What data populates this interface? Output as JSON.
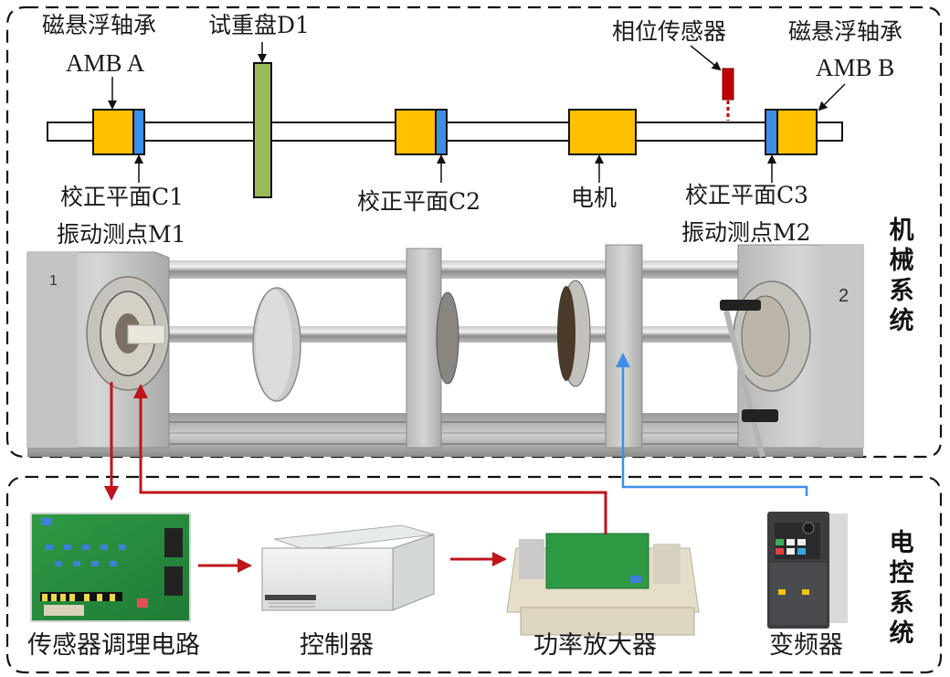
{
  "figure": {
    "sections": {
      "mechanical": {
        "label_chars": [
          "机",
          "械",
          "系",
          "统"
        ],
        "label": "机械系统"
      },
      "electrical": {
        "label_chars": [
          "电",
          "控",
          "系",
          "统"
        ],
        "label": "电控系统"
      }
    },
    "schematic": {
      "labels": {
        "amb_a_cn": "磁悬浮轴承",
        "amb_a_en": "AMB A",
        "disk": "试重盘D1",
        "phase_sensor": "相位传感器",
        "amb_b_cn": "磁悬浮轴承",
        "amb_b_en": "AMB B",
        "plane_c1": "校正平面C1",
        "point_m1": "振动测点M1",
        "plane_c2": "校正平面C2",
        "motor": "电机",
        "plane_c3": "校正平面C3",
        "point_m2": "振动测点M2"
      },
      "colors": {
        "bearing": "#ffc000",
        "plane": "#3d8fe6",
        "disk": "#9bbb59",
        "sensor": "#c00000",
        "shaft_fill": "#ffffff",
        "outline": "#111111"
      }
    },
    "components": [
      {
        "id": "sensor-conditioning",
        "label": "传感器调理电路"
      },
      {
        "id": "controller",
        "label": "控制器"
      },
      {
        "id": "power-amplifier",
        "label": "功率放大器"
      },
      {
        "id": "inverter",
        "label": "变频器"
      }
    ],
    "signal_colors": {
      "bearing_signal": "#c0141c",
      "motor_drive": "#3d8fe6"
    },
    "photo_marks": {
      "bench_end_a": "1",
      "bench_end_b": "2"
    }
  }
}
